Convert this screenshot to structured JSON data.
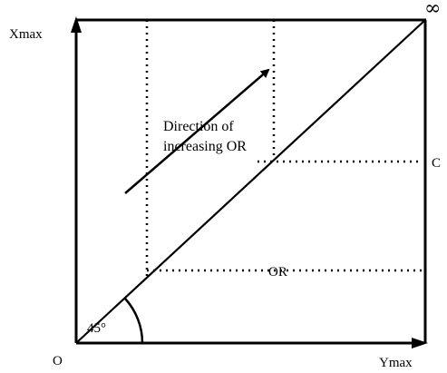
{
  "labels": {
    "origin": "O",
    "x_axis_max": "Ymax",
    "y_axis_max": "Xmax",
    "infinity": "∞",
    "point_c": "C",
    "or_value": "OR",
    "angle": "45°",
    "direction_line1": "Direction of",
    "direction_line2": "increasing OR"
  },
  "colors": {
    "line": "#000000",
    "background": "#ffffff"
  }
}
